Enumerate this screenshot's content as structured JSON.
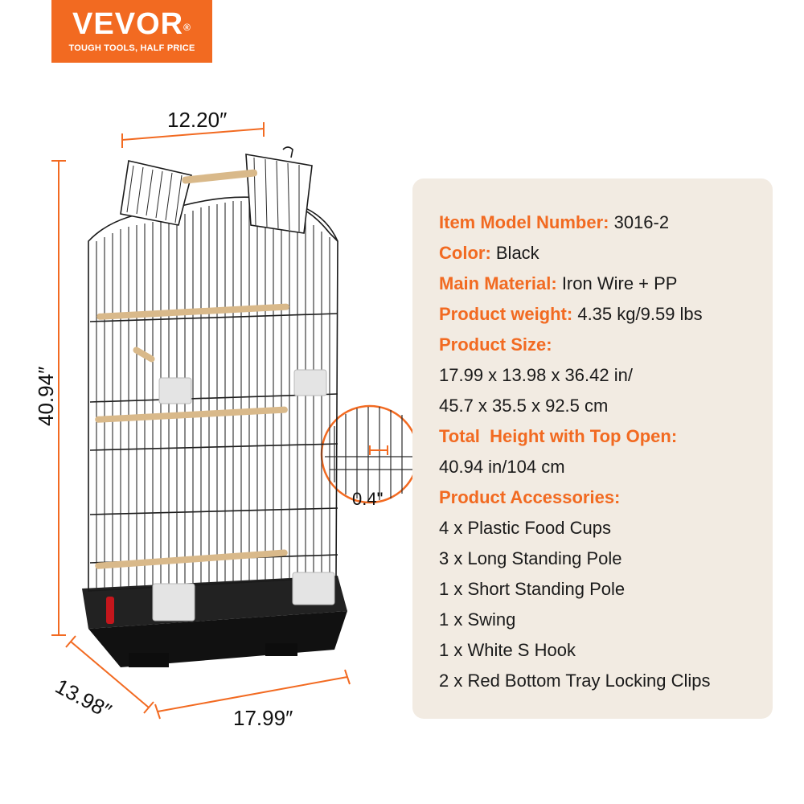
{
  "logo": {
    "brand": "VEVOR",
    "registered": "®",
    "tagline": "TOUGH TOOLS, HALF PRICE",
    "color": "#f26a21"
  },
  "dimensions": {
    "width": "12.20″",
    "height": "40.94″",
    "depth": "13.98″",
    "length": "17.99″",
    "mesh_spacing": "0.4\""
  },
  "specs": {
    "model_label": "Item Model Number:",
    "model_value": " 3016-2",
    "color_label": "Color:",
    "color_value": " Black",
    "material_label": "Main Material:",
    "material_value": " Iron Wire + PP",
    "weight_label": "Product weight:",
    "weight_value": " 4.35 kg/9.59 lbs",
    "size_label": "Product Size:",
    "size_line1": "17.99 x 13.98 x 36.42 in/",
    "size_line2": "45.7 x 35.5 x 92.5 cm",
    "height_label": "Total  Height with Top Open:",
    "height_value": "40.94 in/104 cm",
    "accessories_label": "Product Accessories:",
    "accessories": [
      "4 x Plastic Food Cups",
      "3 x Long Standing Pole",
      "1 x Short Standing Pole",
      "1 x Swing",
      "1 x White S Hook",
      "2 x Red Bottom Tray Locking Clips"
    ]
  },
  "colors": {
    "accent": "#f26a21",
    "panel": "#f2ebe2",
    "cage": "#1a1a1a",
    "wood": "#d9b98a",
    "cup": "#e4e4e4"
  }
}
